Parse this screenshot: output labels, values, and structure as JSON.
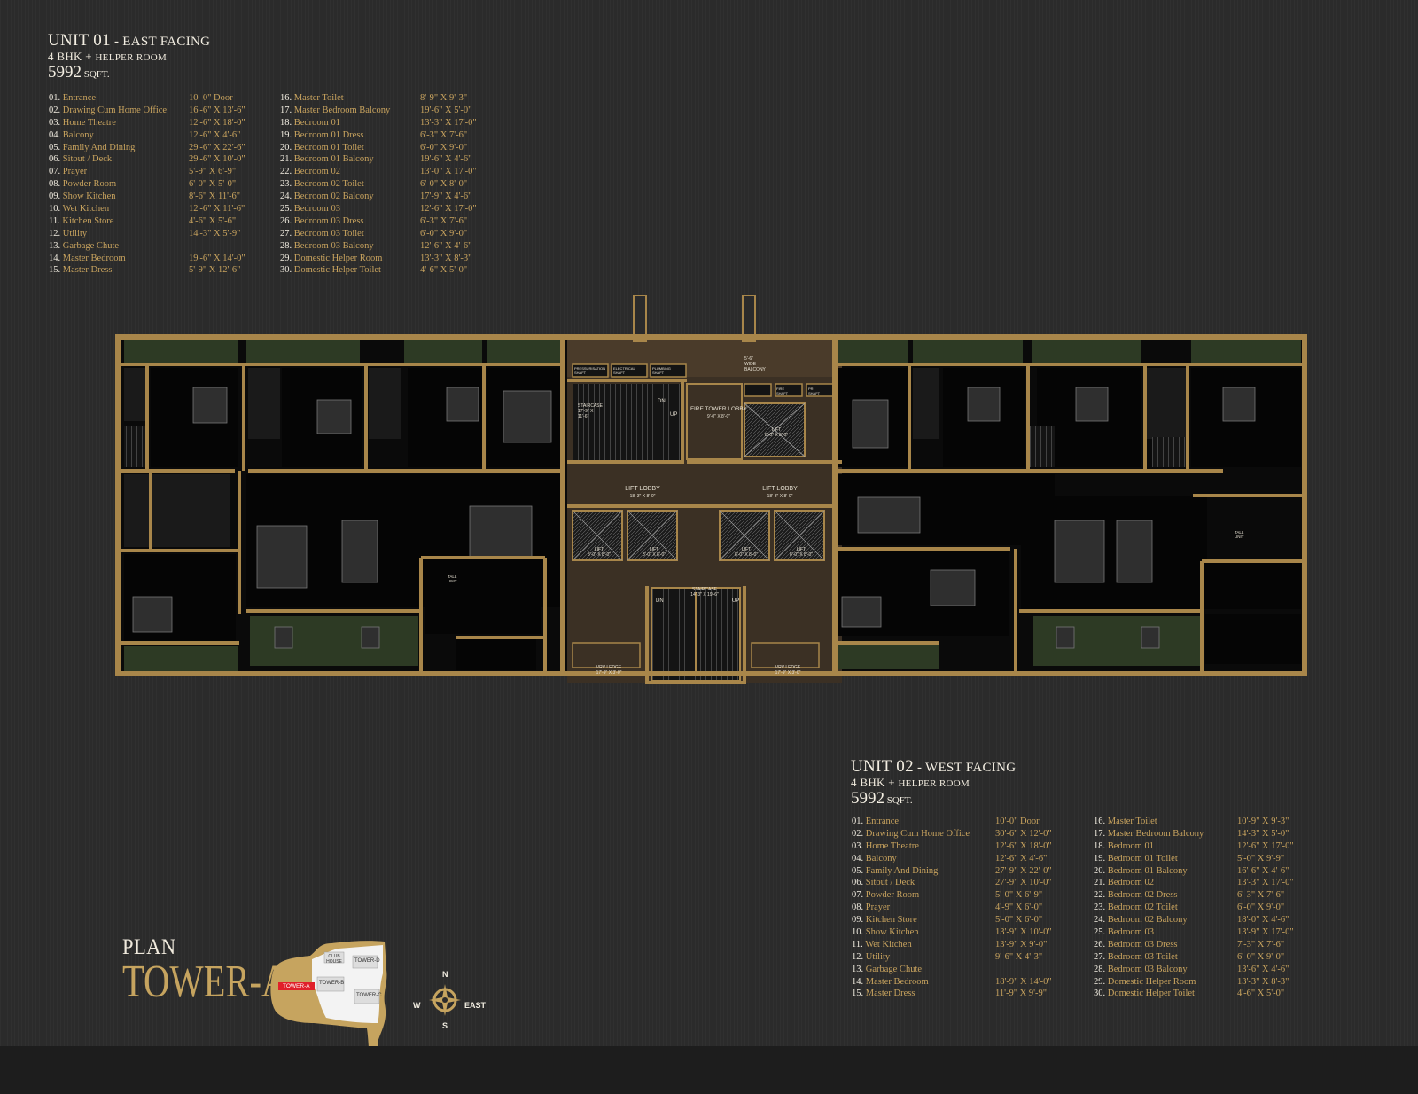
{
  "unit01": {
    "title": "UNIT 01",
    "facing": " - EAST FACING",
    "config": "4 BHK + ",
    "config_small": "HELPER ROOM",
    "area": "5992",
    "area_unit": " SQFT.",
    "rooms": [
      {
        "num": "01.",
        "name": "Entrance",
        "dim": "10'-0\" Door"
      },
      {
        "num": "02.",
        "name": "Drawing Cum Home Office",
        "dim": "16'-6\" X 13'-6\""
      },
      {
        "num": "03.",
        "name": "Home Theatre",
        "dim": "12'-6\" X 18'-0\""
      },
      {
        "num": "04.",
        "name": "Balcony",
        "dim": "12'-6\" X 4'-6\""
      },
      {
        "num": "05.",
        "name": "Family And Dining",
        "dim": "29'-6\" X 22'-6\""
      },
      {
        "num": "06.",
        "name": "Sitout / Deck",
        "dim": "29'-6\" X 10'-0\""
      },
      {
        "num": "07.",
        "name": "Prayer",
        "dim": "5'-9\" X 6'-9\""
      },
      {
        "num": "08.",
        "name": "Powder Room",
        "dim": "6'-0\" X 5'-0\""
      },
      {
        "num": "09.",
        "name": "Show Kitchen",
        "dim": "8'-6\" X 11'-6\""
      },
      {
        "num": "10.",
        "name": "Wet Kitchen",
        "dim": "12'-6\" X 11'-6\""
      },
      {
        "num": "11.",
        "name": "Kitchen Store",
        "dim": "4'-6\" X 5'-6\""
      },
      {
        "num": "12.",
        "name": "Utility",
        "dim": "14'-3\" X 5'-9\""
      },
      {
        "num": "13.",
        "name": "Garbage Chute",
        "dim": ""
      },
      {
        "num": "14.",
        "name": "Master Bedroom",
        "dim": "19'-6\" X 14'-0\""
      },
      {
        "num": "15.",
        "name": "Master Dress",
        "dim": "5'-9\" X 12'-6\""
      },
      {
        "num": "16.",
        "name": "Master Toilet",
        "dim": "8'-9\" X 9'-3\""
      },
      {
        "num": "17.",
        "name": "Master Bedroom Balcony",
        "dim": "19'-6\" X 5'-0\""
      },
      {
        "num": "18.",
        "name": "Bedroom 01",
        "dim": "13'-3\" X 17'-0\""
      },
      {
        "num": "19.",
        "name": "Bedroom 01 Dress",
        "dim": "6'-3\" X 7'-6\""
      },
      {
        "num": "20.",
        "name": "Bedroom 01 Toilet",
        "dim": "6'-0\" X 9'-0\""
      },
      {
        "num": "21.",
        "name": "Bedroom 01 Balcony",
        "dim": "19'-6\" X 4'-6\""
      },
      {
        "num": "22.",
        "name": "Bedroom 02",
        "dim": "13'-0\" X 17'-0\""
      },
      {
        "num": "23.",
        "name": "Bedroom 02 Toilet",
        "dim": "6'-0\" X 8'-0\""
      },
      {
        "num": "24.",
        "name": "Bedroom 02 Balcony",
        "dim": "17'-9\" X 4'-6\""
      },
      {
        "num": "25.",
        "name": "Bedroom 03",
        "dim": "12'-6\" X 17'-0\""
      },
      {
        "num": "26.",
        "name": "Bedroom 03 Dress",
        "dim": "6'-3\" X 7'-6\""
      },
      {
        "num": "27.",
        "name": "Bedroom 03 Toilet",
        "dim": "6'-0\" X 9'-0\""
      },
      {
        "num": "28.",
        "name": "Bedroom 03 Balcony",
        "dim": "12'-6\" X 4'-6\""
      },
      {
        "num": "29.",
        "name": "Domestic Helper Room",
        "dim": "13'-3\" X 8'-3\""
      },
      {
        "num": "30.",
        "name": "Domestic Helper Toilet",
        "dim": "4'-6\" X 5'-0\""
      }
    ]
  },
  "unit02": {
    "title": "UNIT 02",
    "facing": " - WEST FACING",
    "config": "4 BHK + ",
    "config_small": "HELPER ROOM",
    "area": "5992",
    "area_unit": " SQFT.",
    "rooms": [
      {
        "num": "01.",
        "name": "Entrance",
        "dim": "10'-0\" Door"
      },
      {
        "num": "02.",
        "name": "Drawing Cum Home Office",
        "dim": "30'-6\" X 12'-0\""
      },
      {
        "num": "03.",
        "name": "Home Theatre",
        "dim": "12'-6\" X 18'-0\""
      },
      {
        "num": "04.",
        "name": "Balcony",
        "dim": "12'-6\" X 4'-6\""
      },
      {
        "num": "05.",
        "name": "Family And Dining",
        "dim": "27'-9\" X 22'-0\""
      },
      {
        "num": "06.",
        "name": "Sitout / Deck",
        "dim": "27'-9\" X 10'-0\""
      },
      {
        "num": "07.",
        "name": "Powder Room",
        "dim": "5'-0\" X 6'-9\""
      },
      {
        "num": "08.",
        "name": "Prayer",
        "dim": "4'-9\" X 6'-0\""
      },
      {
        "num": "09.",
        "name": "Kitchen Store",
        "dim": "5'-0\" X 6'-0\""
      },
      {
        "num": "10.",
        "name": "Show Kitchen",
        "dim": "13'-9\" X 10'-0\""
      },
      {
        "num": "11.",
        "name": "Wet Kitchen",
        "dim": "13'-9\" X 9'-0\""
      },
      {
        "num": "12.",
        "name": "Utility",
        "dim": "9'-6\" X 4'-3\""
      },
      {
        "num": "13.",
        "name": "Garbage Chute",
        "dim": ""
      },
      {
        "num": "14.",
        "name": "Master Bedroom",
        "dim": "18'-9\" X 14'-0\""
      },
      {
        "num": "15.",
        "name": "Master Dress",
        "dim": "11'-9\" X 9'-9\""
      },
      {
        "num": "16.",
        "name": "Master Toilet",
        "dim": "10'-9\" X 9'-3\""
      },
      {
        "num": "17.",
        "name": "Master Bedroom Balcony",
        "dim": "14'-3\" X 5'-0\""
      },
      {
        "num": "18.",
        "name": "Bedroom 01",
        "dim": "12'-6\" X 17'-0\""
      },
      {
        "num": "19.",
        "name": "Bedroom 01 Toilet",
        "dim": "5'-0\" X 9'-9\""
      },
      {
        "num": "20.",
        "name": "Bedroom 01 Balcony",
        "dim": "16'-6\" X 4'-6\""
      },
      {
        "num": "21.",
        "name": "Bedroom 02",
        "dim": "13'-3\" X 17'-0\""
      },
      {
        "num": "22.",
        "name": "Bedroom 02 Dress",
        "dim": "6'-3\" X 7'-6\""
      },
      {
        "num": "23.",
        "name": "Bedroom 02 Toilet",
        "dim": "6'-0\" X 9'-0\""
      },
      {
        "num": "24.",
        "name": "Bedroom 02 Balcony",
        "dim": "18'-0\" X 4'-6\""
      },
      {
        "num": "25.",
        "name": "Bedroom 03",
        "dim": "13'-9\" X 17'-0\""
      },
      {
        "num": "26.",
        "name": "Bedroom 03 Dress",
        "dim": "7'-3\" X 7'-6\""
      },
      {
        "num": "27.",
        "name": "Bedroom 03 Toilet",
        "dim": "6'-0\" X 9'-0\""
      },
      {
        "num": "28.",
        "name": "Bedroom 03 Balcony",
        "dim": "13'-6\" X 4'-6\""
      },
      {
        "num": "29.",
        "name": "Domestic Helper Room",
        "dim": "13'-3\" X 8'-3\""
      },
      {
        "num": "30.",
        "name": "Domestic Helper Toilet",
        "dim": "4'-6\" X 5'-0\""
      }
    ]
  },
  "plan": {
    "line1": "PLAN",
    "line2": "TOWER-A"
  },
  "compass": {
    "n": "N",
    "s": "S",
    "w": "W",
    "e": "EAST"
  },
  "keyplan": {
    "club": "CLUB HOUSE",
    "tower_a": "TOWER-A",
    "tower_b": "TOWER-B",
    "tower_c": "TOWER-C",
    "tower_d": "TOWER-D"
  },
  "floorplan": {
    "core_labels": {
      "fire_tower_lobby": "FIRE TOWER LOBBY",
      "fire_tower_dim": "9'-0\" X 8'-0\"",
      "lift_lobby": "LIFT LOBBY",
      "lift_lobby_dim": "18'-3\" X 8'-0\"",
      "staircase": "STAIRCASE",
      "staircase_dim": "17'-9\" X 11'-6\"",
      "staircase2_dim": "14'-3\" X 19'-6\"",
      "lift": "LIFT",
      "lift_dim": "8'-0\" X 8'-0\"",
      "vrv_ledge": "VRV LEDGE",
      "vrv_dim": "17'-9\" X 3'-0\"",
      "wide_balcony": "5'-6\" WIDE BALCONY",
      "dn": "DN",
      "up": "UP",
      "tall_unit": "TALL UNIT",
      "pressurisation": "PRESSURISATION SHAFT",
      "electrical_shaft": "ELECTRICAL SHAFT",
      "plumbing_shaft": "PLUMBING SHAFT",
      "fire_shaft": "FIRE SHAFT",
      "pr_shaft": "PR SHAFT"
    }
  },
  "colors": {
    "background": "#2b2b2b",
    "gold": "#c8a35e",
    "wall_gold": "#a8864a",
    "room_black": "#050505",
    "balcony_green": "#2d3a24",
    "core_brown": "#3b3024",
    "keyplan_red": "#e0202a"
  }
}
